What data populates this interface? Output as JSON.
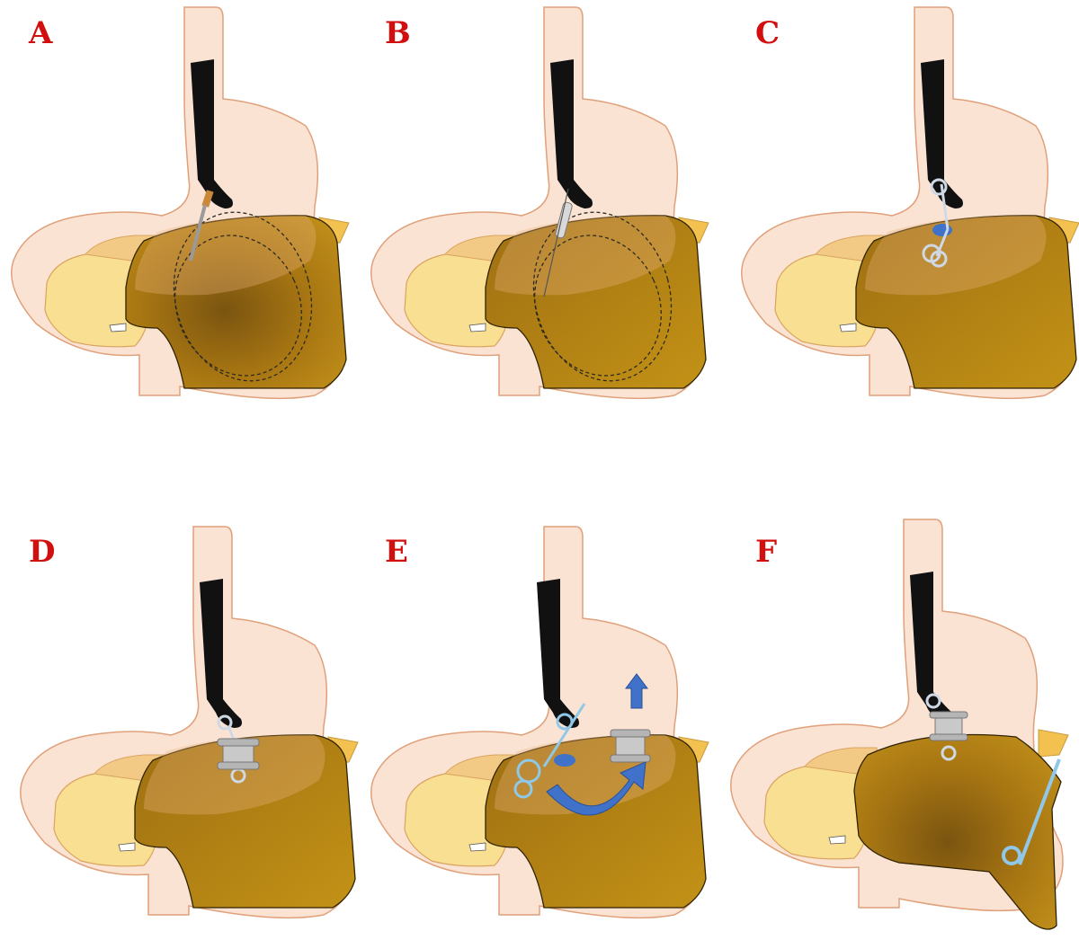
{
  "panels": [
    {
      "id": "A",
      "label": "A"
    },
    {
      "id": "B",
      "label": "B"
    },
    {
      "id": "C",
      "label": "C"
    },
    {
      "id": "D",
      "label": "D"
    },
    {
      "id": "E",
      "label": "E"
    },
    {
      "id": "F",
      "label": "F"
    }
  ],
  "colors": {
    "label": "#d10f0f",
    "stomach_fill": "#fbe3d4",
    "stomach_stroke": "#dfa07a",
    "pancreas": "#f3c986",
    "cyst_fill": "#a87612",
    "endoscope": "#111111",
    "stent": "#c9c9c9",
    "arrow": "#3f72c8",
    "guidewire": "#8fc8e8"
  }
}
